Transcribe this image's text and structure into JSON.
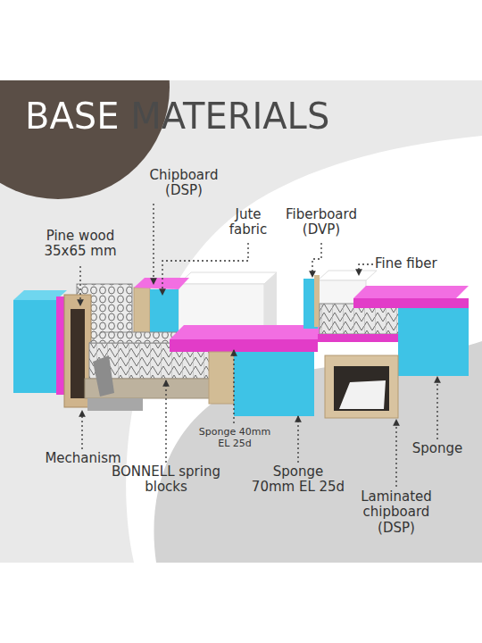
{
  "diagram": {
    "title": "BASE MATERIALS",
    "labels": [
      "Chipboard (DSP)",
      "Jute fabric",
      "Fiberboard (DVP)",
      "Pine wood 35x65 mm",
      "Fine fiber",
      "Sponge 40mm EL 25d",
      "Mechanism",
      "BONNELL spring blocks",
      "Sponge 70mm EL 25d",
      "Sponge",
      "Laminated chipboard (DSP)"
    ]
  }
}
